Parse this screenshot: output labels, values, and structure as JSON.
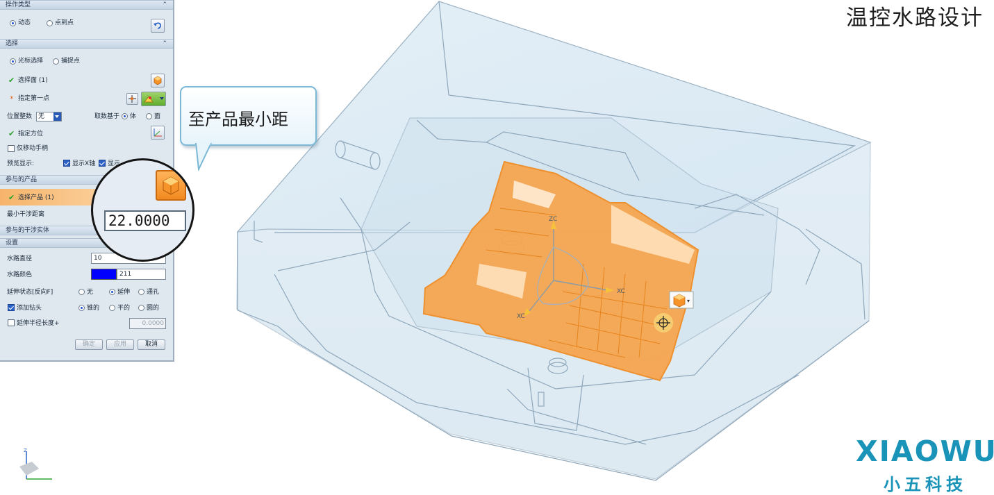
{
  "title": "温控水路设计",
  "callout": "至产品最小距",
  "brand": {
    "name": "XIAOWU",
    "sub": "小五科技"
  },
  "colors": {
    "accent": "#2a62c8",
    "product_highlight": "#f7a54d",
    "brand": "#1a93b8",
    "water_color": "#0000ff"
  },
  "dialog": {
    "op_type": {
      "header": "操作类型",
      "dynamic": "动态",
      "point_to_point": "点到点"
    },
    "selection": {
      "header": "选择",
      "cursor_select": "光标选择",
      "capture_point": "捕捉点",
      "selected_face": "选择面 (1)",
      "first_point": "指定第一点",
      "position_count_label": "位置整数",
      "position_count_value": "无",
      "take_based_label": "取数基于",
      "opt_body": "体",
      "opt_face": "面",
      "orient": "指定方位",
      "move_handle_only": "仅移动手柄",
      "preview_label": "预览显示:",
      "show_x_axis": "显示X轴",
      "show_y": "显示"
    },
    "product": {
      "header": "参与的产品",
      "selected": "选择产品 (1)",
      "min_distance_label": "最小干涉距离",
      "min_distance_value": "22.0000"
    },
    "solid": {
      "header": "参与的干涉实体"
    },
    "settings": {
      "header": "设置",
      "diameter_label": "水路直径",
      "diameter_value": "10",
      "color_label": "水路颜色",
      "color_value": "211",
      "extend_label": "延伸状态[反向F]",
      "ext_none": "无",
      "ext_extend": "延伸",
      "ext_through": "通孔",
      "add_plug_label": "添加钻头",
      "plug_cone": "锥的",
      "plug_flat": "平的",
      "plug_round": "圆的",
      "extend_radius_label": "延伸半径长度+",
      "extend_radius_value": "0.0000"
    },
    "buttons": {
      "ok": "确定",
      "apply": "应用",
      "cancel": "取消"
    }
  },
  "viewport": {
    "axis_x": "XC",
    "axis_z": "ZC"
  }
}
